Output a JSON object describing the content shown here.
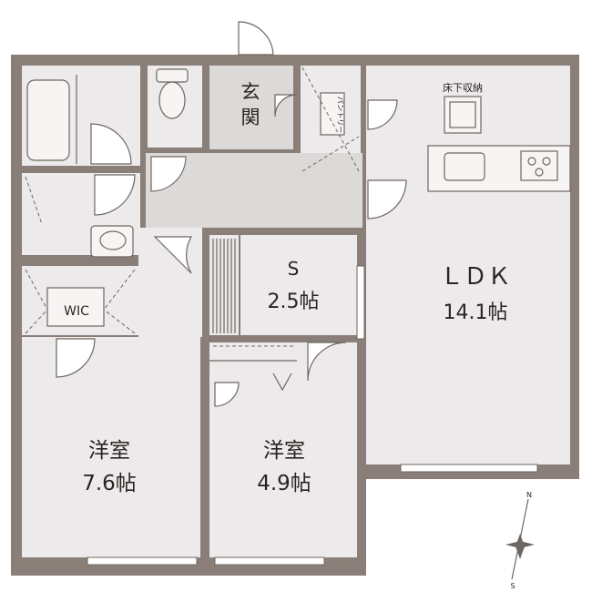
{
  "rooms": {
    "entrance": {
      "name_line1": "玄",
      "name_line2": "関"
    },
    "pantry": {
      "name": "パントリー"
    },
    "underfloor": {
      "name": "床下収納"
    },
    "ldk": {
      "name": "ＬＤＫ",
      "size": "14.1帖"
    },
    "storage": {
      "name": "S",
      "size": "2.5帖"
    },
    "wic": {
      "name": "WIC"
    },
    "western_large": {
      "name": "洋室",
      "size": "7.6帖"
    },
    "western_small": {
      "name": "洋室",
      "size": "4.9帖"
    }
  },
  "compass": {
    "north": "N",
    "south": "S"
  },
  "colors": {
    "wall": "#8a7f78",
    "floor": "#eceaea",
    "line": "#6e6661"
  }
}
